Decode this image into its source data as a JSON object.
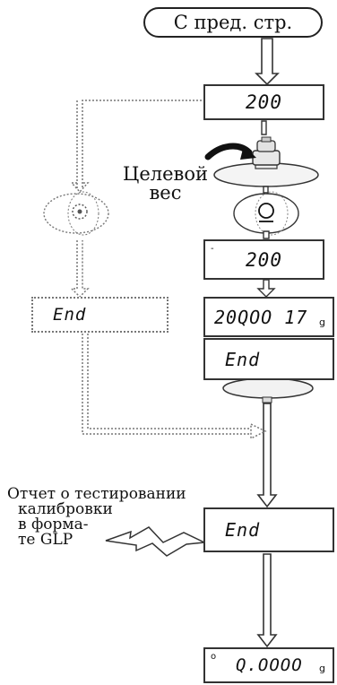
{
  "start_label": "С пред. стр.",
  "target_weight_label": [
    "Целевой",
    "вес"
  ],
  "report_label": [
    "Отчет о тестировании",
    "калибровки",
    "в форма-",
    "те GLP"
  ],
  "displays": {
    "d1": "200",
    "d2": "200",
    "d3": "20QOO 17",
    "d3_unit": "g",
    "d4": "End",
    "side_end": "End",
    "d5": "End",
    "d6": "Q.OOOO",
    "d6_unit": "g"
  },
  "icons": {
    "zero_key": "zero-key-icon",
    "weight": "calibration-weight-icon",
    "pan": "weighing-pan-icon",
    "rotate_arrow": "curved-arrow-icon",
    "print": "lightning-print-icon"
  }
}
